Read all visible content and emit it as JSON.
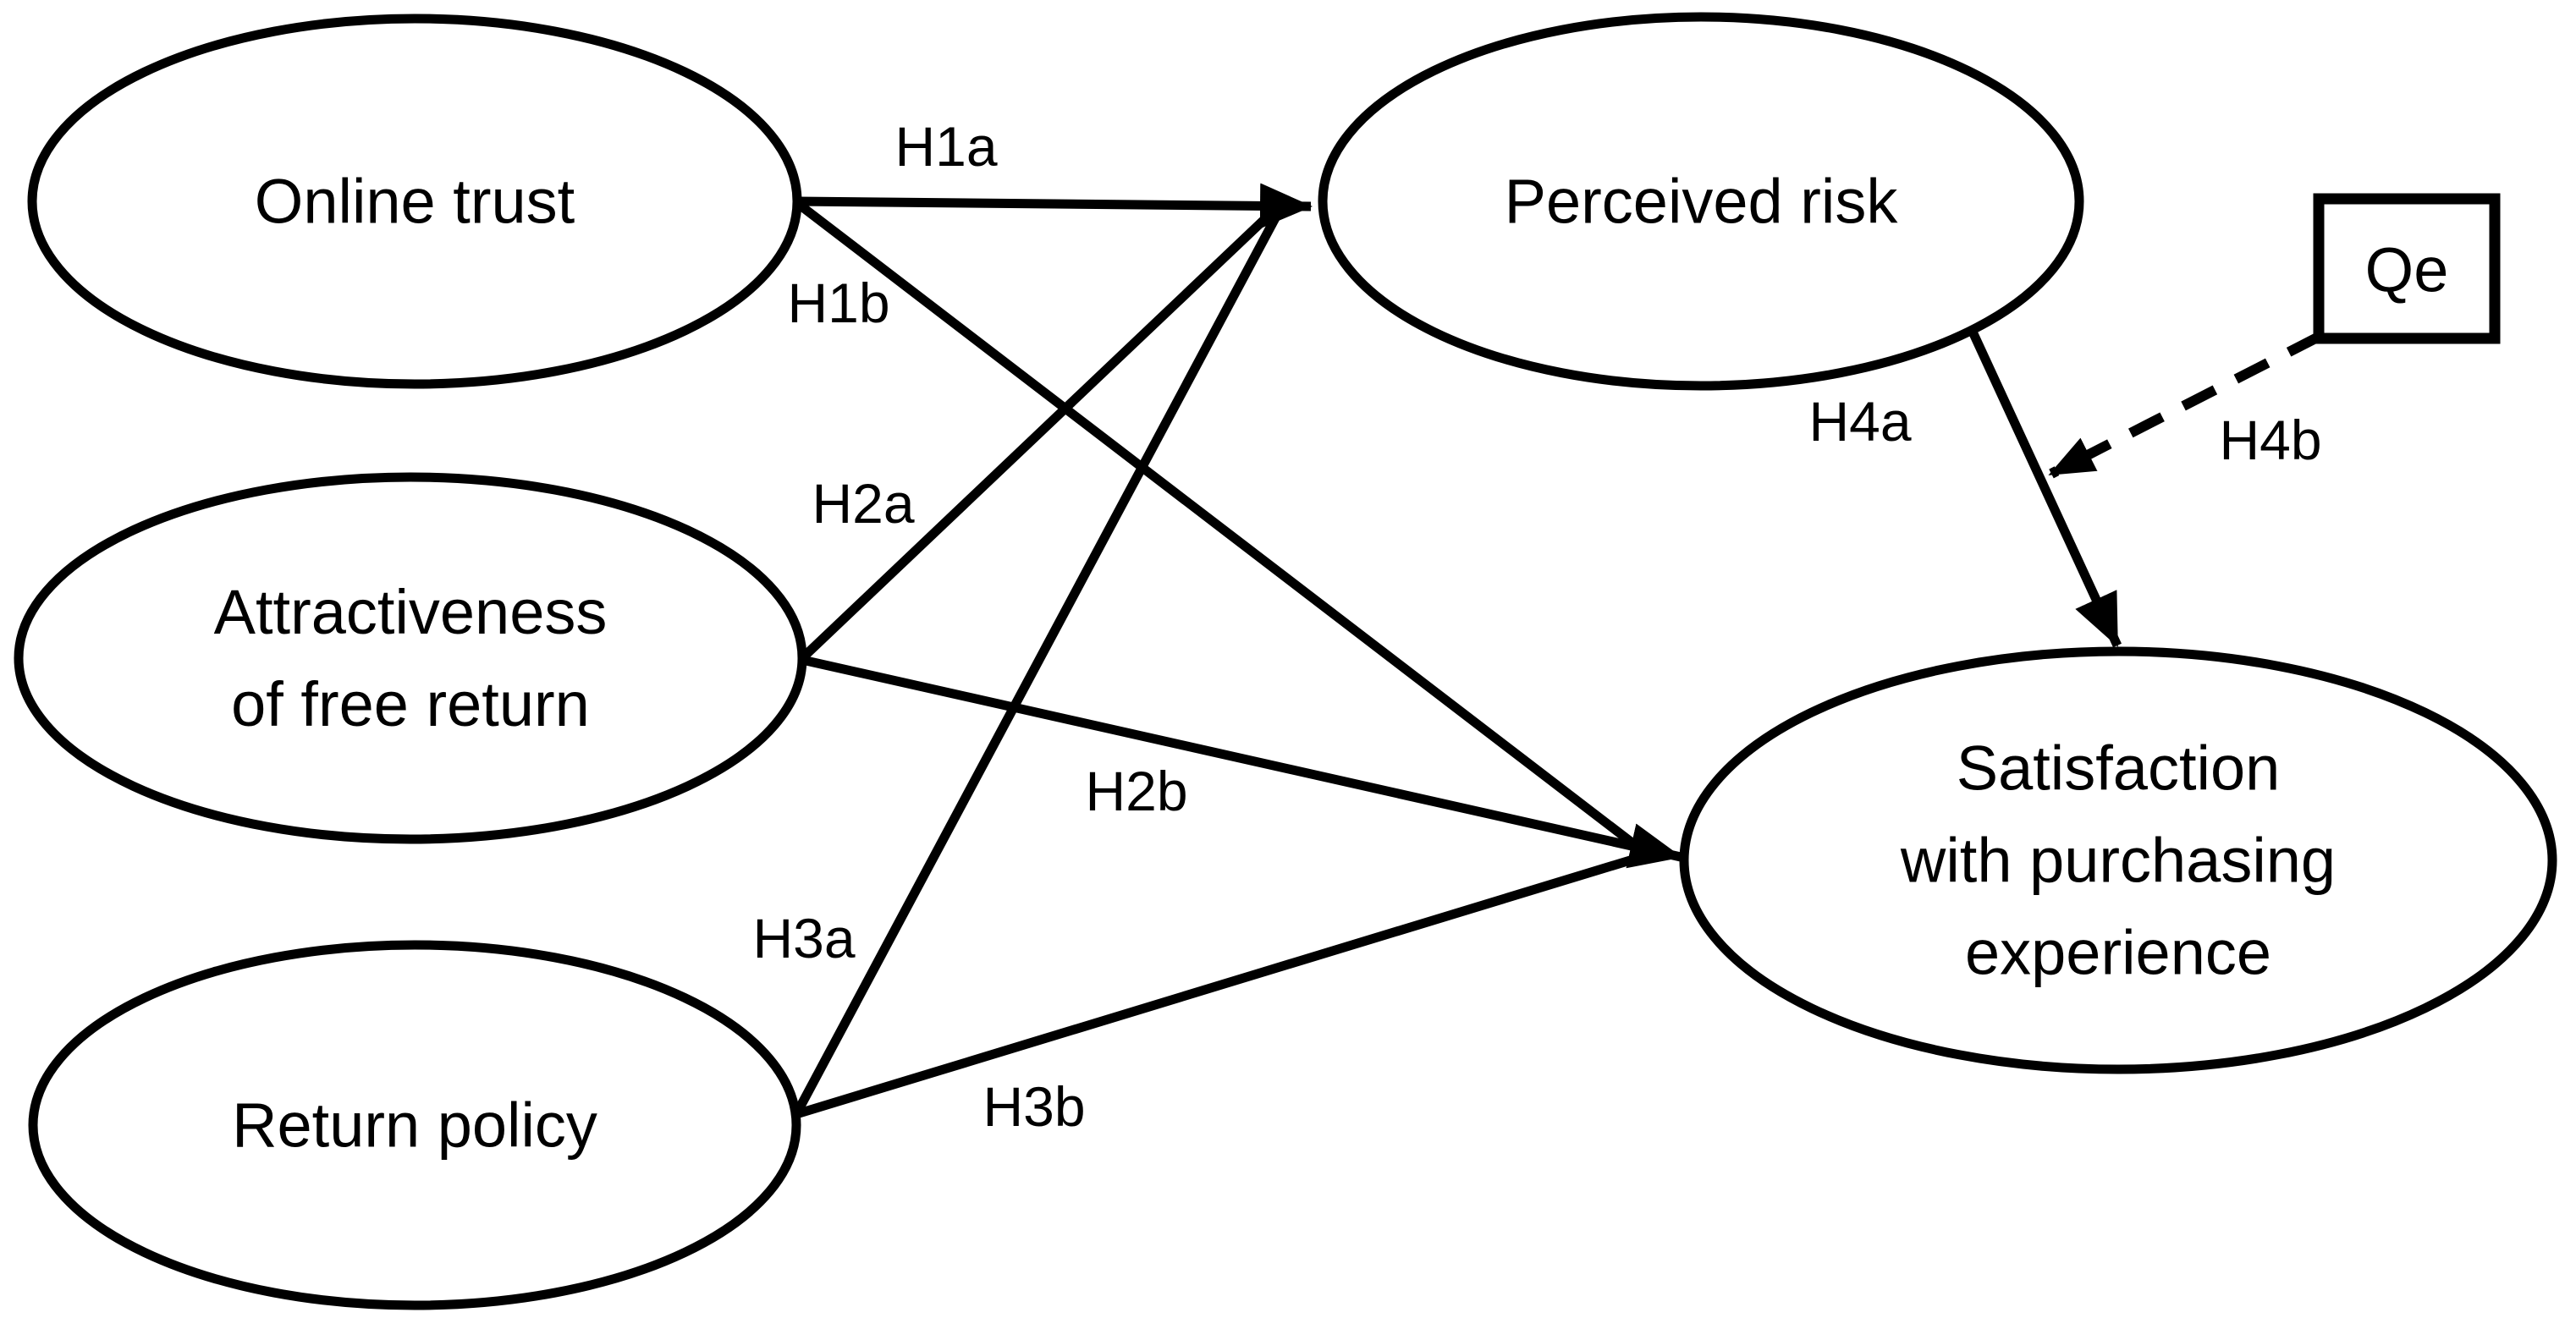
{
  "diagram": {
    "background_color": "#ffffff",
    "stroke_color": "#000000",
    "nodes": [
      {
        "id": "online-trust",
        "shape": "ellipse",
        "lines": [
          "Online trust"
        ]
      },
      {
        "id": "attractiveness-of-free-return",
        "shape": "ellipse",
        "lines": [
          "Attractiveness",
          "of free return"
        ]
      },
      {
        "id": "return-policy",
        "shape": "ellipse",
        "lines": [
          "Return policy"
        ]
      },
      {
        "id": "perceived-risk",
        "shape": "ellipse",
        "lines": [
          "Perceived risk"
        ]
      },
      {
        "id": "satisfaction-with-purchasing-experience",
        "shape": "ellipse",
        "lines": [
          "Satisfaction",
          "with purchasing",
          "experience"
        ]
      },
      {
        "id": "qe",
        "shape": "rectangle",
        "lines": [
          "Qe"
        ]
      }
    ],
    "edges": [
      {
        "id": "h1a",
        "label": "H1a",
        "from": "online-trust",
        "to": "perceived-risk",
        "style": "solid"
      },
      {
        "id": "h1b",
        "label": "H1b",
        "from": "online-trust",
        "to": "satisfaction-with-purchasing-experience",
        "style": "solid"
      },
      {
        "id": "h2a",
        "label": "H2a",
        "from": "attractiveness-of-free-return",
        "to": "perceived-risk",
        "style": "solid"
      },
      {
        "id": "h2b",
        "label": "H2b",
        "from": "attractiveness-of-free-return",
        "to": "satisfaction-with-purchasing-experience",
        "style": "solid"
      },
      {
        "id": "h3a",
        "label": "H3a",
        "from": "return-policy",
        "to": "perceived-risk",
        "style": "solid"
      },
      {
        "id": "h3b",
        "label": "H3b",
        "from": "return-policy",
        "to": "satisfaction-with-purchasing-experience",
        "style": "solid"
      },
      {
        "id": "h4a",
        "label": "H4a",
        "from": "perceived-risk",
        "to": "satisfaction-with-purchasing-experience",
        "style": "solid"
      },
      {
        "id": "h4b",
        "label": "H4b",
        "from": "qe",
        "to": "path-h4a",
        "style": "dashed"
      }
    ]
  }
}
